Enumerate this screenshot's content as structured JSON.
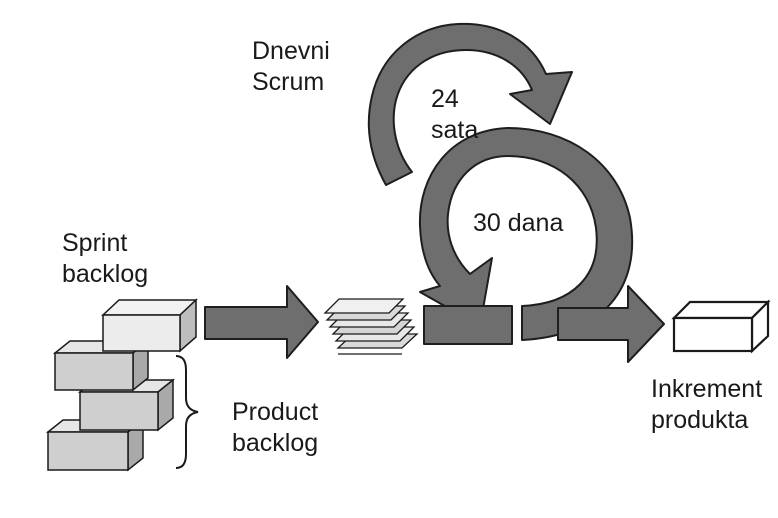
{
  "labels": {
    "daily_scrum": [
      "Dnevni",
      "Scrum"
    ],
    "hours": [
      "24",
      "sata"
    ],
    "days": "30 dana",
    "sprint_backlog": [
      "Sprint",
      "backlog"
    ],
    "product_backlog": [
      "Product",
      "backlog"
    ],
    "increment": [
      "Inkrement",
      "produkta"
    ]
  },
  "colors": {
    "arrow_fill": "#6e6e6e",
    "arrow_stroke": "#1e1e1e",
    "box_fill": "#cfcfcf",
    "box_top": "#e6e6e6",
    "box_side": "#a9a9a9",
    "line": "#1a1a1a"
  }
}
